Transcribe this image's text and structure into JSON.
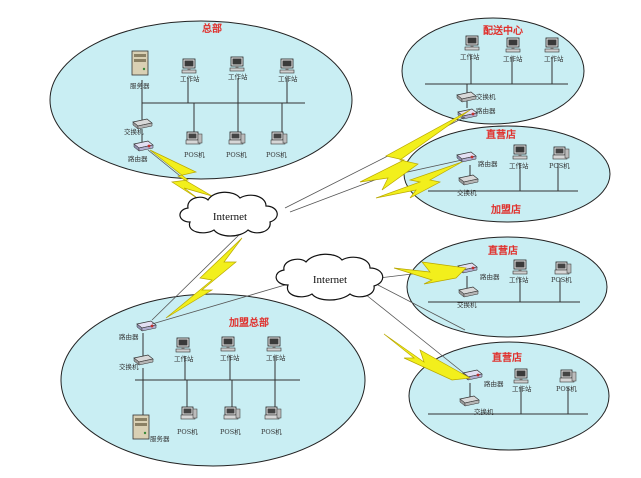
{
  "hq": {
    "title": "总部",
    "server": "服务器",
    "switch": "交换机",
    "router": "路由器",
    "ws": [
      "工作站",
      "工作站",
      "工作站"
    ],
    "pos": [
      "POS机",
      "POS机",
      "POS机"
    ]
  },
  "dc": {
    "title": "配送中心",
    "ws": [
      "工作站",
      "工作站",
      "工作站"
    ],
    "switch": "交换机",
    "router": "路由器"
  },
  "store1": {
    "title": "直营店",
    "router": "路由器",
    "switch": "交换机",
    "ws": "工作站",
    "pos": "POS机"
  },
  "franchise_label": "加盟店",
  "store2": {
    "title": "直营店",
    "router": "路由器",
    "switch": "交换机",
    "ws": "工作站",
    "pos": "POS机"
  },
  "store3": {
    "title": "直营店",
    "router": "路由器",
    "switch": "交换机",
    "ws": "工作站",
    "pos": "POS机"
  },
  "fhq": {
    "title": "加盟总部",
    "router": "路由器",
    "switch": "交换机",
    "server": "服务器",
    "ws": [
      "工作站",
      "工作站",
      "工作站"
    ],
    "pos": [
      "POS机",
      "POS机",
      "POS机"
    ]
  },
  "internet1": "Internet",
  "internet2": "Internet"
}
